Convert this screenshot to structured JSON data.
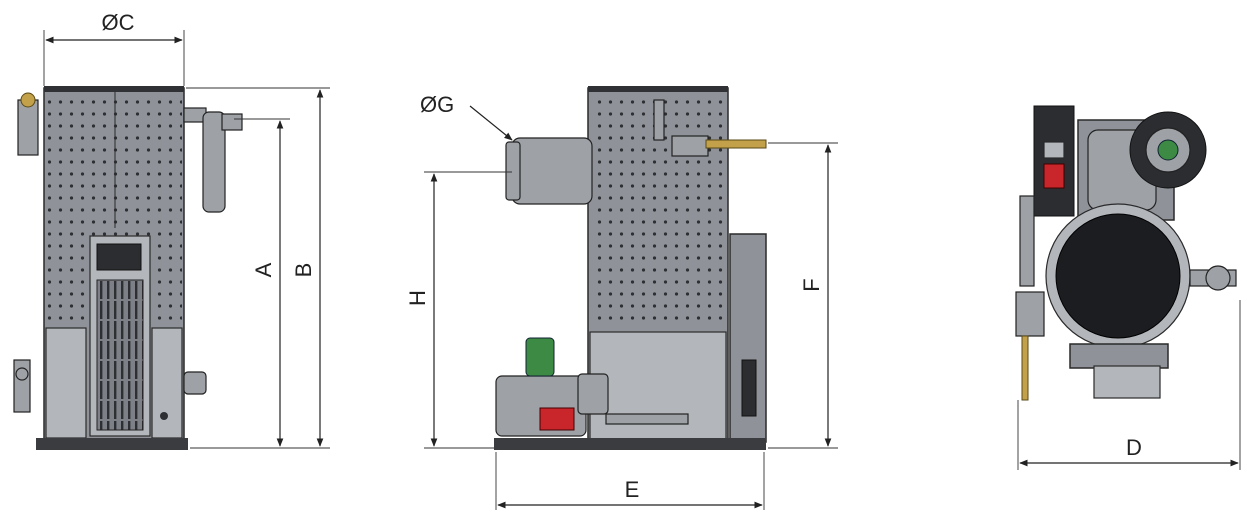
{
  "diagram": {
    "views": [
      {
        "id": "front",
        "dimensions": [
          "ØC",
          "A",
          "B"
        ]
      },
      {
        "id": "side",
        "dimensions": [
          "ØG",
          "H",
          "F",
          "E"
        ]
      },
      {
        "id": "top",
        "dimensions": [
          "D"
        ]
      }
    ],
    "labels": {
      "C": "ØC",
      "A": "A",
      "B": "B",
      "G": "ØG",
      "H": "H",
      "F": "F",
      "E": "E",
      "D": "D"
    },
    "colors": {
      "body": "#8f9399",
      "panel_red": "#c8262a",
      "pump_green": "#3d8a44",
      "dimension_line": "#222222"
    }
  }
}
